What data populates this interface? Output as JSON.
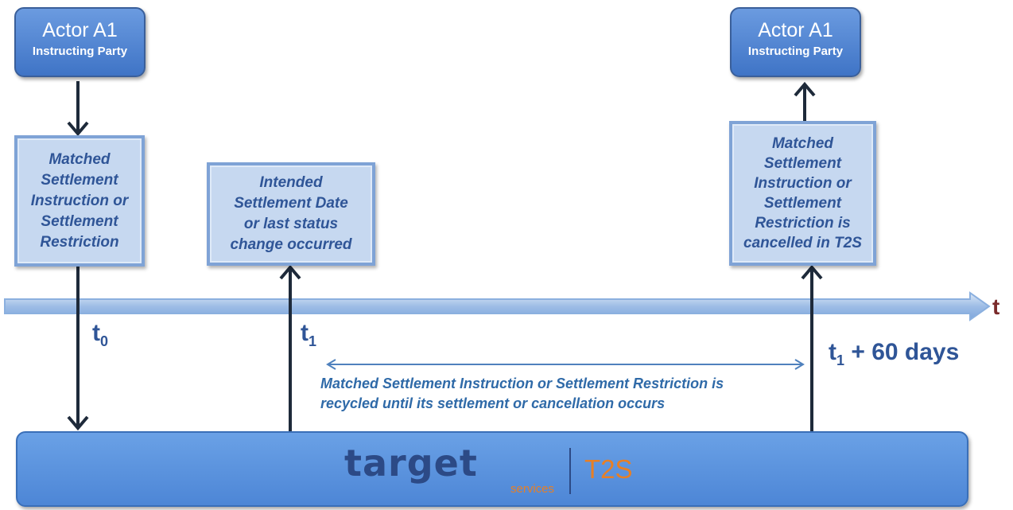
{
  "actors": [
    {
      "name": "Actor A1",
      "role": "Instructing Party"
    },
    {
      "name": "Actor A1",
      "role": "Instructing Party"
    }
  ],
  "boxes": {
    "incoming": [
      "Matched",
      "Settlement",
      "Instruction or",
      "Settlement",
      "Restriction"
    ],
    "intended": [
      "Intended",
      "Settlement Date",
      "or last status",
      "change occurred"
    ],
    "cancelled": [
      "Matched",
      "Settlement",
      "Instruction or",
      "Settlement",
      "Restriction is",
      "cancelled in T2S"
    ]
  },
  "timeline": {
    "axis_label": "t",
    "t0": {
      "base": "t",
      "sub": "0"
    },
    "t1": {
      "base": "t",
      "sub": "1"
    },
    "t1_plus": {
      "base": "t",
      "sub": "1",
      "suffix": " + 60 days"
    }
  },
  "caption": [
    "Matched Settlement Instruction or Settlement Restriction is",
    "recycled until its settlement or cancellation occurs"
  ],
  "platform": {
    "logo_text": "target",
    "logo_sub": "services",
    "product": "T2S"
  }
}
